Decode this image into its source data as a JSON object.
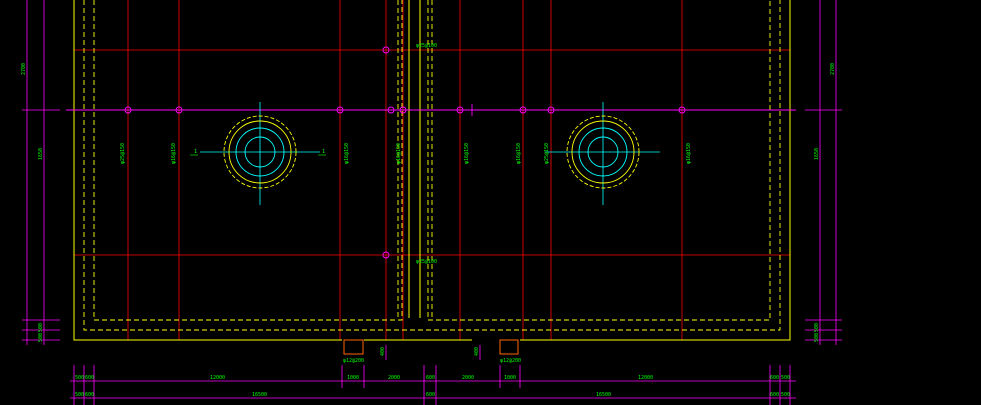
{
  "colors": {
    "background": "#000000",
    "wall": "#ffff00",
    "dashed": "#ffff00",
    "grid": "#ff0000",
    "magenta": "#ff00ff",
    "axis": "#00ffff",
    "text": "#00ff00"
  },
  "rebar_labels": {
    "top": "φ25@100",
    "middle": "φ25@100",
    "v1": "φ25@150",
    "v2": "φ16@150",
    "v3": "φ16@150",
    "v4": "φ16@150",
    "v5": "φ16@150",
    "v6": "φ16@150",
    "v7": "φ25@150",
    "v8": "φ16@150",
    "bottom_left": "φ12@200",
    "bottom_right": "φ12@200"
  },
  "section_marks": {
    "left": "1",
    "right": "1"
  },
  "side_dims": {
    "left_top": "2700",
    "left_mid": "1650",
    "left_b1": "500",
    "left_b2": "500",
    "right_top": "2700",
    "right_mid": "1650",
    "right_b1": "500",
    "right_b2": "500"
  },
  "dim_row1": {
    "d1": "500",
    "d2": "600",
    "d3": "12000",
    "d4": "1000",
    "d5": "2000",
    "d6": "600",
    "d7": "2000",
    "d8": "1000",
    "d9": "12000",
    "d10": "600",
    "d11": "500"
  },
  "dim_row2": {
    "d1": "500",
    "d2": "600",
    "d3": "16500",
    "d4": "600",
    "d5": "16500",
    "d6": "600",
    "d7": "500"
  },
  "small_dims": {
    "s1": "400",
    "s2": "400"
  }
}
